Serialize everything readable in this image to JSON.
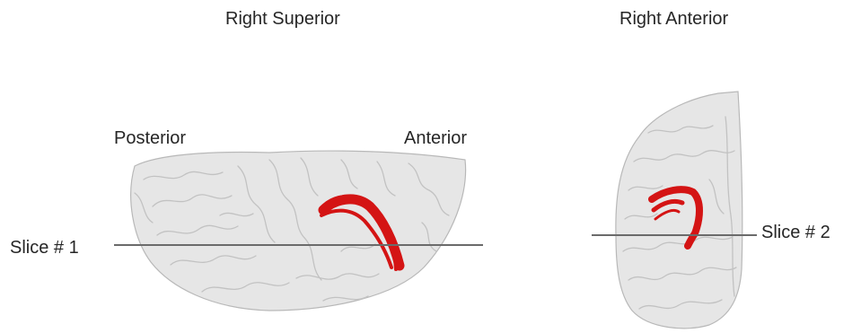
{
  "views": {
    "superior": {
      "title": "Right Superior",
      "posterior_label": "Posterior",
      "anterior_label": "Anterior",
      "slice_label": "Slice # 1"
    },
    "anterior": {
      "title": "Right Anterior",
      "slice_label": "Slice # 2"
    }
  },
  "colors": {
    "brain_fill": "#e6e6e6",
    "brain_gyri": "#c2c2c2",
    "tract": "#d41414",
    "slice_line": "#6b6b6b",
    "text": "#262626"
  }
}
